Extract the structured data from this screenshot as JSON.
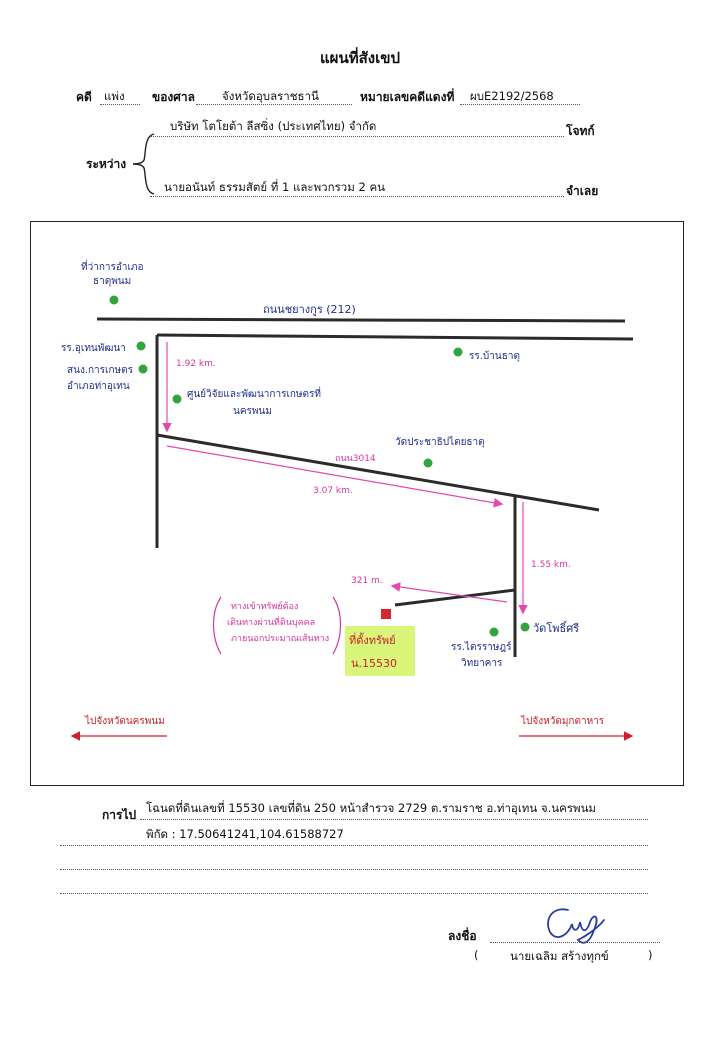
{
  "header": {
    "title": "แผนที่สังเขป",
    "case_label": "คดี",
    "case_type": "แพ่ง",
    "court_label": "ของศาล",
    "court_value": "จังหวัดอุบลราชธานี",
    "red_no_label": "หมายเลขคดีแดงที่",
    "red_no_value": "ผบE2192/2568",
    "between_label": "ระหว่าง",
    "plaintiff": "บริษัท โตโยต้า ลีสซิ่ง (ประเทศไทย) จำกัด",
    "plaintiff_role": "โจทก์",
    "defendant": "นายอนันท์ ธรรมสัตย์ ที่ 1 และพวกรวม 2 คน",
    "defendant_role": "จำเลย"
  },
  "map": {
    "labels": {
      "district_office": [
        "ที่ว่าการอำเภอ",
        "ธาตุพนม"
      ],
      "main_road": "ถนนชยางกูร (212)",
      "school_1": "รร.อุเทนพัฒนา",
      "agri_office": [
        "สนง.การเกษตร",
        "อำเภอท่าอุเทน"
      ],
      "distance_1": "1.92 km.",
      "center": [
        "ศูนย์วิจัยและพัฒนาการเกษตรที่",
        "นครพนม"
      ],
      "school_2": "รร.บ้านธาตุ",
      "temple_1": "วัดประชาธิปไตยธาตุ",
      "road_3014": "ถนน3014",
      "distance_2": "3.07 km.",
      "distance_3": "1.55 km.",
      "distance_4": "321 m.",
      "note": [
        "ทางเข้าทรัพย์ต้อง",
        "เดินทางผ่านที่ดินบุคคล",
        "ภายนอกประมาณเส้นทาง"
      ],
      "property": [
        "ที่ตั้งทรัพย์",
        "น.15530"
      ],
      "temple_2": "วัดโพธิ์ศรี",
      "school_3": [
        "รร.ไตรราษฎร์",
        "วิทยาคาร"
      ],
      "to_left": "ไปจังหวัดนครพนม",
      "to_right": "ไปจังหวัดมุกดาหาร"
    },
    "colors": {
      "road": "#2b2b2b",
      "pink": "#e547b1",
      "green": "#2fa53b",
      "hand_blue": "#1d2f8f",
      "red": "#d7262f",
      "highlight": "#d9f57a"
    }
  },
  "footer": {
    "route_label": "การไป",
    "route_line_1": "โฉนดที่ดินเลขที่ 15530 เลขที่ดิน 250 หน้าสำรวจ 2729 ต.รามราช อ.ท่าอุเทน จ.นครพนม",
    "route_line_2": "พิกัด : 17.50641241,104.61588727",
    "sign_label": "ลงชื่อ",
    "signature_name": "นายเฉลิม สร้างทุกข์"
  }
}
